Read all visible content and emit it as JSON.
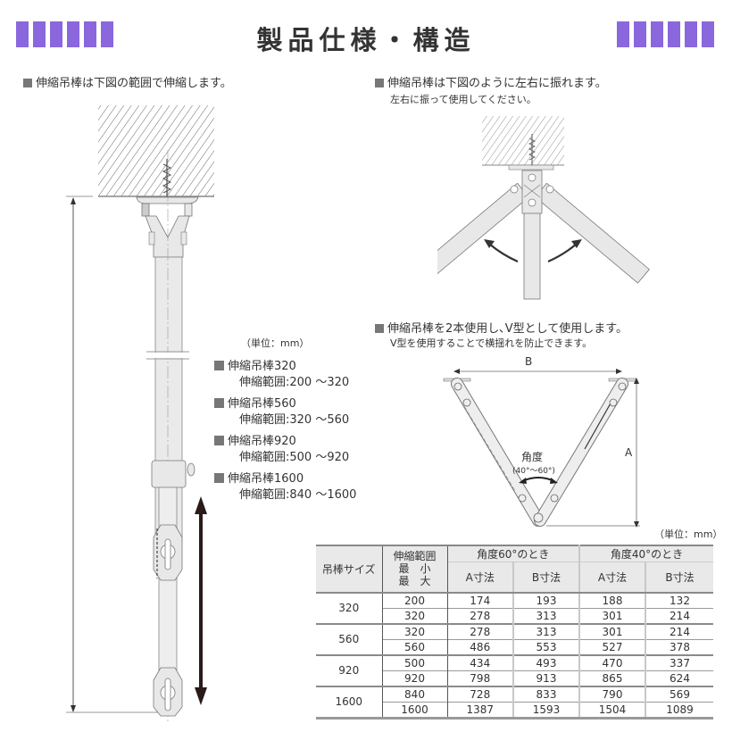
{
  "header": {
    "title": "製品仕様・構造",
    "accent_color": "#8a67dd",
    "left_bar_count": 6,
    "right_bar_count": 6
  },
  "left_section": {
    "heading": "伸縮吊棒は下図の範囲で伸縮します。",
    "unit": "（単位：mm）",
    "specs": [
      {
        "name": "伸縮吊棒320",
        "range": "伸縮範囲:200 ～320"
      },
      {
        "name": "伸縮吊棒560",
        "range": "伸縮範囲:320 ～560"
      },
      {
        "name": "伸縮吊棒920",
        "range": "伸縮範囲:500 ～920"
      },
      {
        "name": "伸縮吊棒1600",
        "range": "伸縮範囲:840 ～1600"
      }
    ]
  },
  "swing_section": {
    "heading": "伸縮吊棒は下図のように左右に振れます。",
    "subtext": "左右に振って使用してください。"
  },
  "v_section": {
    "heading": "伸縮吊棒を2本使用し､V型として使用します。",
    "subtext": "V型を使用することで横揺れを防止できます。",
    "label_b": "B",
    "label_a": "A",
    "angle_label": "角度",
    "angle_range": "(40°～60°)"
  },
  "table": {
    "unit": "（単位：mm）",
    "headers": {
      "size": "吊棒サイズ",
      "range": "伸縮範囲",
      "min": "最　小",
      "max": "最　大",
      "angle60": "角度60°のとき",
      "angle40": "角度40°のとき",
      "a_dim": "A寸法",
      "b_dim": "B寸法"
    },
    "rows": [
      {
        "size": "320",
        "values": [
          [
            "200",
            "174",
            "193",
            "188",
            "132"
          ],
          [
            "320",
            "278",
            "313",
            "301",
            "214"
          ]
        ]
      },
      {
        "size": "560",
        "values": [
          [
            "320",
            "278",
            "313",
            "301",
            "214"
          ],
          [
            "560",
            "486",
            "553",
            "527",
            "378"
          ]
        ]
      },
      {
        "size": "920",
        "values": [
          [
            "500",
            "434",
            "493",
            "470",
            "337"
          ],
          [
            "920",
            "798",
            "913",
            "865",
            "624"
          ]
        ]
      },
      {
        "size": "1600",
        "values": [
          [
            "840",
            "728",
            "833",
            "790",
            "569"
          ],
          [
            "1600",
            "1387",
            "1593",
            "1504",
            "1089"
          ]
        ]
      }
    ]
  }
}
